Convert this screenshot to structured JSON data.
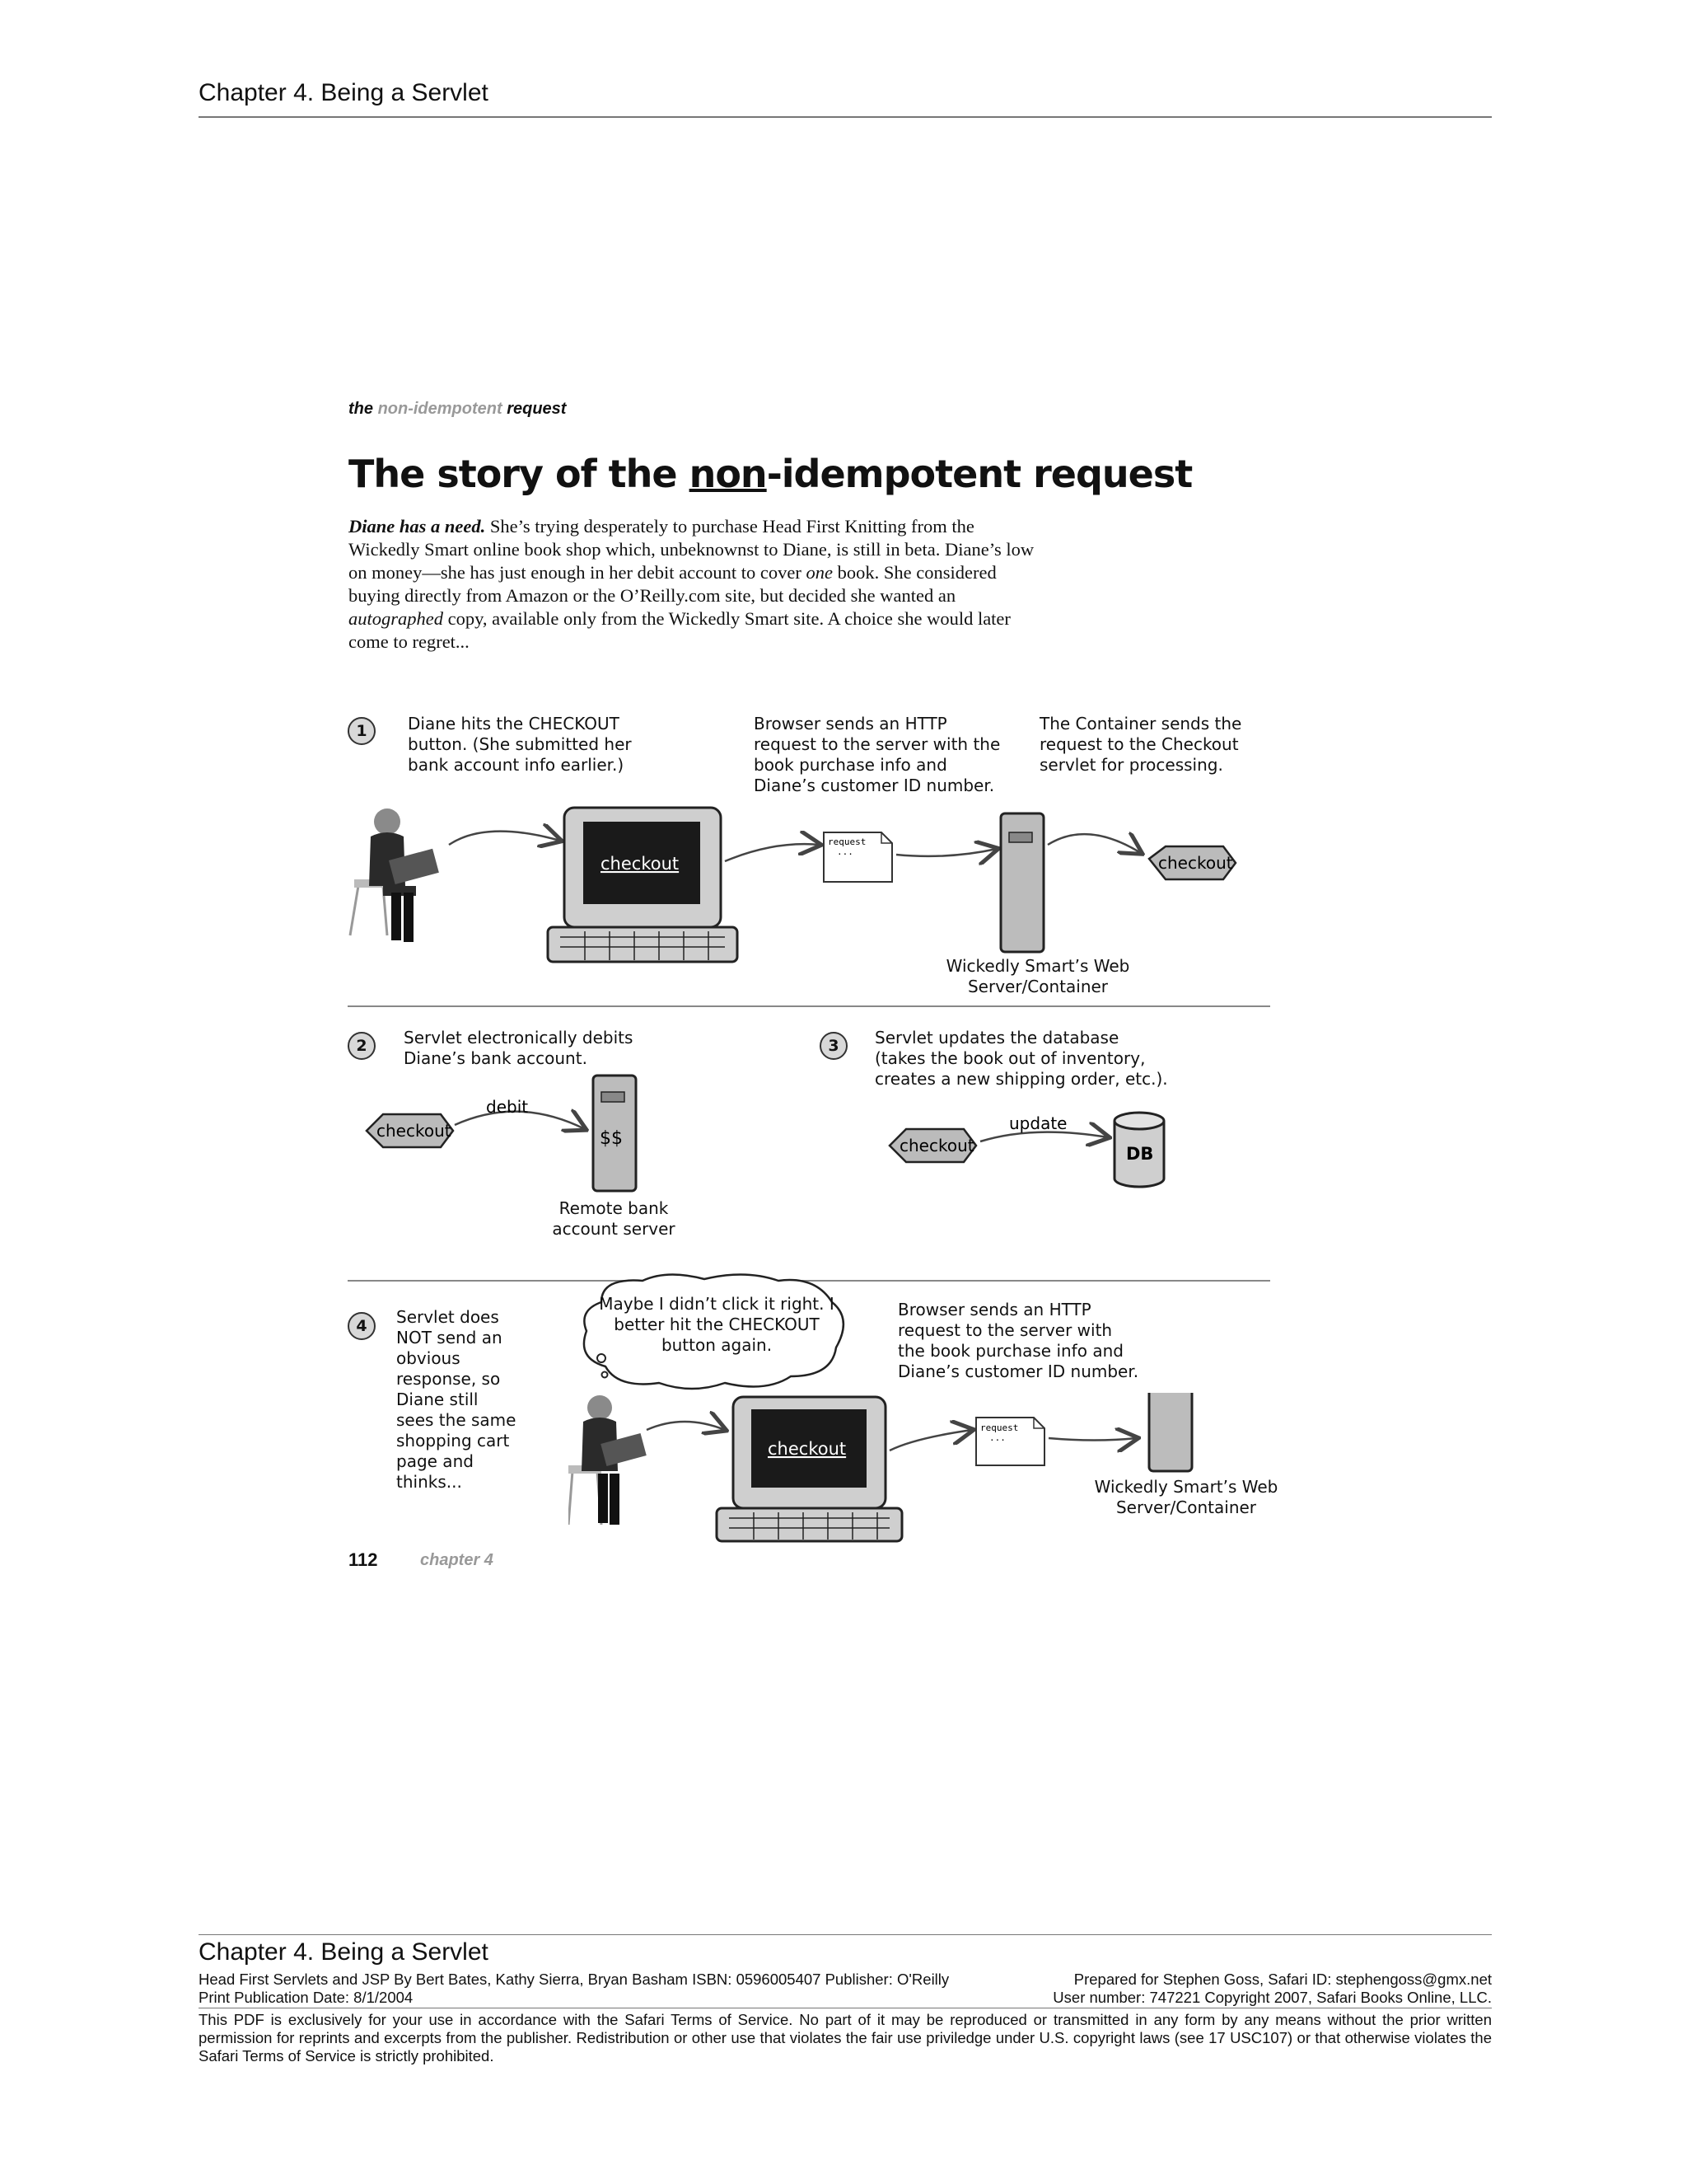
{
  "header": {
    "chapter_title": "Chapter 4. Being a Servlet"
  },
  "page": {
    "running_head": {
      "part1": "the",
      "part2": "non-idempotent",
      "part3": "request"
    },
    "title": {
      "part1": "The story of the",
      "part2": "non",
      "part3": "-idempotent request"
    },
    "intro": {
      "lead": "Diane has a need.",
      "text1": " She’s trying desperately to purchase Head First Knitting from the Wickedly Smart online book shop which, unbeknownst to Diane, is still in beta. Diane’s low on money—she has just enough in her debit account to cover ",
      "one": "one",
      "text2": " book. She considered buying directly  from Amazon or the O’Reilly.com site, but decided she wanted an ",
      "autographed": "autographed",
      "text3": " copy, available only from the Wickedly Smart site. A choice she would later come to regret..."
    },
    "step1": {
      "number": "1",
      "caption1": "Diane hits the CHECKOUT button. (She submitted her bank account info earlier.)",
      "caption2": "Browser sends an HTTP request to the server with the book purchase info and Diane’s customer ID number.",
      "caption3": "The Container sends the request to the Checkout servlet for processing.",
      "screen_label": "checkout",
      "request_label": "request",
      "request_dots": "...",
      "servlet_label": "checkout",
      "server_label": "Wickedly Smart’s Web Server/Container"
    },
    "step2": {
      "number": "2",
      "caption": "Servlet electronically debits Diane’s bank account.",
      "servlet_label": "checkout",
      "arrow_label": "debit",
      "server_money": "$$",
      "server_label": "Remote bank account server"
    },
    "step3": {
      "number": "3",
      "caption": "Servlet updates the database (takes the book out of inventory, creates a new shipping order, etc.).",
      "servlet_label": "checkout",
      "arrow_label": "update",
      "db_label": "DB"
    },
    "step4": {
      "number": "4",
      "caption1": "Servlet does NOT send an obvious response, so Diane still sees the same shopping cart page and thinks...",
      "thought": "Maybe I didn’t click it right. I better hit the CHECKOUT button again.",
      "caption2": "Browser sends an HTTP request to the server with the book purchase info and Diane’s customer ID number.",
      "screen_label": "checkout",
      "request_label": "request",
      "request_dots": "...",
      "server_label": "Wickedly Smart’s Web Server/Container"
    },
    "page_number": "112",
    "page_chapter": "chapter 4"
  },
  "footer": {
    "chapter_title": "Chapter 4. Being a Servlet",
    "book_info": "Head First Servlets and JSP By Bert Bates, Kathy Sierra, Bryan Basham ISBN: 0596005407 Publisher: O'Reilly",
    "prepared_for": "Prepared for Stephen Goss, Safari ID: stephengoss@gmx.net",
    "pub_date": "Print Publication Date: 8/1/2004",
    "user_number": "User number: 747221 Copyright 2007, Safari Books Online, LLC.",
    "legal": "This PDF is exclusively for your use in accordance with the Safari Terms of Service. No part of it may be reproduced or transmitted in any form by any means without the prior written permission for reprints and excerpts from the publisher. Redistribution or other use that violates the fair use priviledge under U.S. copyright laws (see 17 USC107) or that otherwise violates the Safari Terms of Service is strictly prohibited."
  }
}
